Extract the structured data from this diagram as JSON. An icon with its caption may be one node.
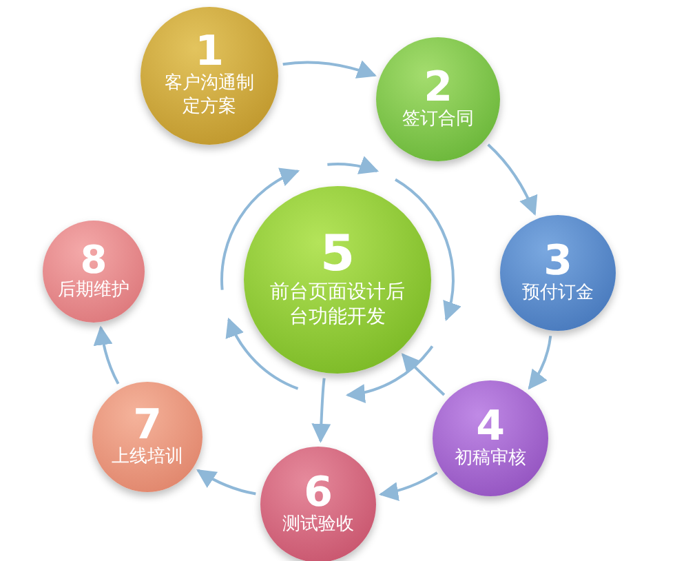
{
  "diagram": {
    "nodes": [
      {
        "text": [
          "1",
          "客户沟通制定方案"
        ]
      },
      {
        "text": [
          "2",
          "签订合同"
        ]
      },
      {
        "text": [
          "3",
          "预付订金"
        ]
      },
      {
        "text": [
          "4",
          "初稿审核"
        ]
      },
      {
        "text": [
          "5",
          "前台页面设计后台功能开发"
        ]
      },
      {
        "text": [
          "6",
          "测试验收"
        ]
      },
      {
        "text": [
          "7",
          "上线培训"
        ]
      },
      {
        "text": [
          "8",
          "后期维护"
        ]
      }
    ],
    "edges": [
      {
        "from": 0,
        "to": 1,
        "arrow": "to"
      },
      {
        "from": 1,
        "to": 2,
        "arrow": "to"
      },
      {
        "from": 2,
        "to": 3,
        "arrow": "to"
      },
      {
        "from": 3,
        "to": 4,
        "arrow": "to"
      },
      {
        "from": 3,
        "to": 5,
        "arrow": "to"
      },
      {
        "from": 4,
        "to": 5,
        "arrow": "to"
      },
      {
        "from": 5,
        "to": 6,
        "arrow": "to"
      },
      {
        "from": 6,
        "to": 7,
        "arrow": "to"
      }
    ]
  }
}
